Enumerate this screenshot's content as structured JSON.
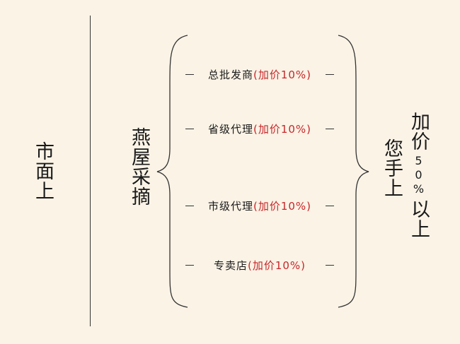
{
  "left_label": "市面上",
  "middle_label": "燕屋采摘",
  "items": [
    {
      "name": "总批发商",
      "markup": "(加价10%)"
    },
    {
      "name": "省级代理",
      "markup": "(加价10%)"
    },
    {
      "name": "市级代理",
      "markup": "(加价10%)"
    },
    {
      "name": "专卖店",
      "markup": "(加价10%)"
    }
  ],
  "right_label": "您手上",
  "result": {
    "prefix": "加价",
    "percent": "50%",
    "suffix": "以上"
  },
  "colors": {
    "background": "#faf3e6",
    "accent": "#c8262a"
  }
}
